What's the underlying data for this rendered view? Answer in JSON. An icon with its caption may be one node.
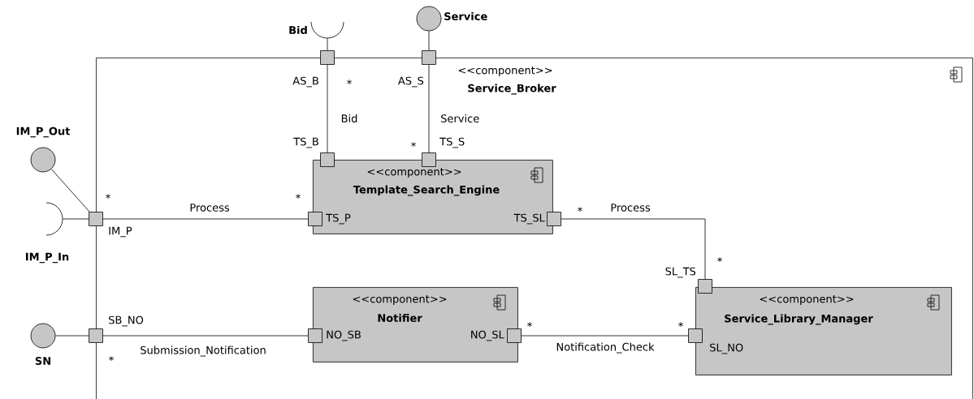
{
  "diagram": {
    "nodes": [
      {
        "text": [
          "<<component>>",
          "Service_Broker"
        ]
      },
      {
        "text": [
          "<<component>>",
          "Template_Search_Engine"
        ],
        "in": 0
      },
      {
        "text": [
          "<<component>>",
          "Notifier"
        ],
        "in": 0
      },
      {
        "text": [
          "<<component>>",
          "Service_Library_Manager"
        ],
        "in": 0
      },
      {
        "text": [
          "AS_B"
        ]
      },
      {
        "text": [
          "AS_S"
        ]
      },
      {
        "text": [
          "TS_B"
        ],
        "in": 0
      },
      {
        "text": [
          "TS_S"
        ],
        "in": 0
      },
      {
        "text": [
          "TS_P"
        ],
        "in": 1
      },
      {
        "text": [
          "TS_SL"
        ],
        "in": 1
      },
      {
        "text": [
          "IM_P"
        ]
      },
      {
        "text": [
          "SB_NO"
        ]
      },
      {
        "text": [
          "NO_SB"
        ],
        "in": 2
      },
      {
        "text": [
          "NO_SL"
        ],
        "in": 2
      },
      {
        "text": [
          "SL_TS"
        ],
        "in": 0
      },
      {
        "text": [
          "SL_NO"
        ],
        "in": 3
      },
      {
        "text": [
          "Bid"
        ]
      },
      {
        "text": [
          "Service"
        ]
      },
      {
        "text": [
          "IM_P_Out"
        ]
      },
      {
        "text": [
          "IM_P_In"
        ]
      },
      {
        "text": [
          "SN"
        ]
      }
    ],
    "edges": [
      {
        "from": 16,
        "to": 4,
        "arrow": "none"
      },
      {
        "from": 17,
        "to": 5,
        "arrow": "none"
      },
      {
        "from": 4,
        "to": 6,
        "arrow": "none",
        "label": "Bid"
      },
      {
        "from": 5,
        "to": 7,
        "arrow": "none",
        "label": "Service"
      },
      {
        "from": 18,
        "to": 10,
        "arrow": "none"
      },
      {
        "from": 19,
        "to": 10,
        "arrow": "none"
      },
      {
        "from": 10,
        "to": 8,
        "arrow": "none",
        "label": "Process"
      },
      {
        "from": 9,
        "to": 14,
        "arrow": "none",
        "label": "Process"
      },
      {
        "from": 20,
        "to": 11,
        "arrow": "none"
      },
      {
        "from": 11,
        "to": 12,
        "arrow": "none",
        "label": "Submission_Notification"
      },
      {
        "from": 13,
        "to": 15,
        "arrow": "none",
        "label": "Notification_Check"
      }
    ],
    "labels": [
      "*",
      "*",
      "*",
      "*",
      "*",
      "*",
      "*",
      "*",
      "*"
    ]
  }
}
